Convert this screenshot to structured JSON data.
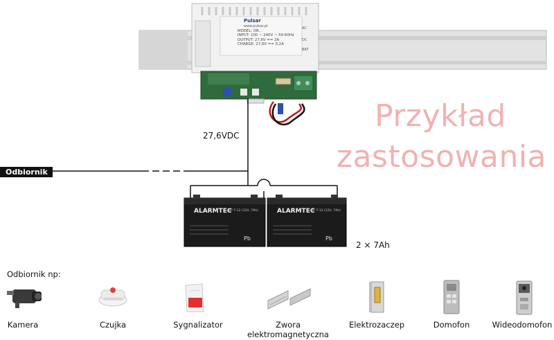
{
  "device": {
    "brand": "Pulsar",
    "site": "www.pulsar.pl",
    "specs": [
      {
        "label": "MODEL:",
        "value": "DR..."
      },
      {
        "label": "INPUT:",
        "value": "100 ~ 240V ~ 50-60Hz"
      },
      {
        "label": "OUTPUT:",
        "value": "27,6V == 2A"
      },
      {
        "label": "CHARGE:",
        "value": "27,6V == 0,2A"
      }
    ],
    "leds": [
      "AC",
      "DC",
      "BAT"
    ]
  },
  "watermark": {
    "line1": "Przykład",
    "line2": "zastosowania"
  },
  "voltage_label": "27,6VDC",
  "receiver_badge": "Odbiornik",
  "batteries": {
    "count_label": "2 × 7Ah",
    "units": [
      {
        "brand": "ALARMTEC",
        "model": "BP 7-12 (12V, 7Ah)",
        "mark": "Pb"
      },
      {
        "brand": "ALARMTEC",
        "model": "BP 7-12 (12V, 7Ah)",
        "mark": "Pb"
      }
    ]
  },
  "receivers_heading": "Odbiornik np:",
  "receivers": [
    {
      "icon": "camera-icon",
      "label": "Kamera",
      "sublabel": ""
    },
    {
      "icon": "smoke-detector-icon",
      "label": "Czujka",
      "sublabel": ""
    },
    {
      "icon": "siren-icon",
      "label": "Sygnalizator",
      "sublabel": ""
    },
    {
      "icon": "electromagnet-icon",
      "label": "Zwora",
      "sublabel": "elektromagnetyczna"
    },
    {
      "icon": "electric-strike-icon",
      "label": "Elektrozaczep",
      "sublabel": ""
    },
    {
      "icon": "intercom-icon",
      "label": "Domofon",
      "sublabel": ""
    },
    {
      "icon": "video-intercom-icon",
      "label": "Wideodomofon",
      "sublabel": ""
    }
  ]
}
